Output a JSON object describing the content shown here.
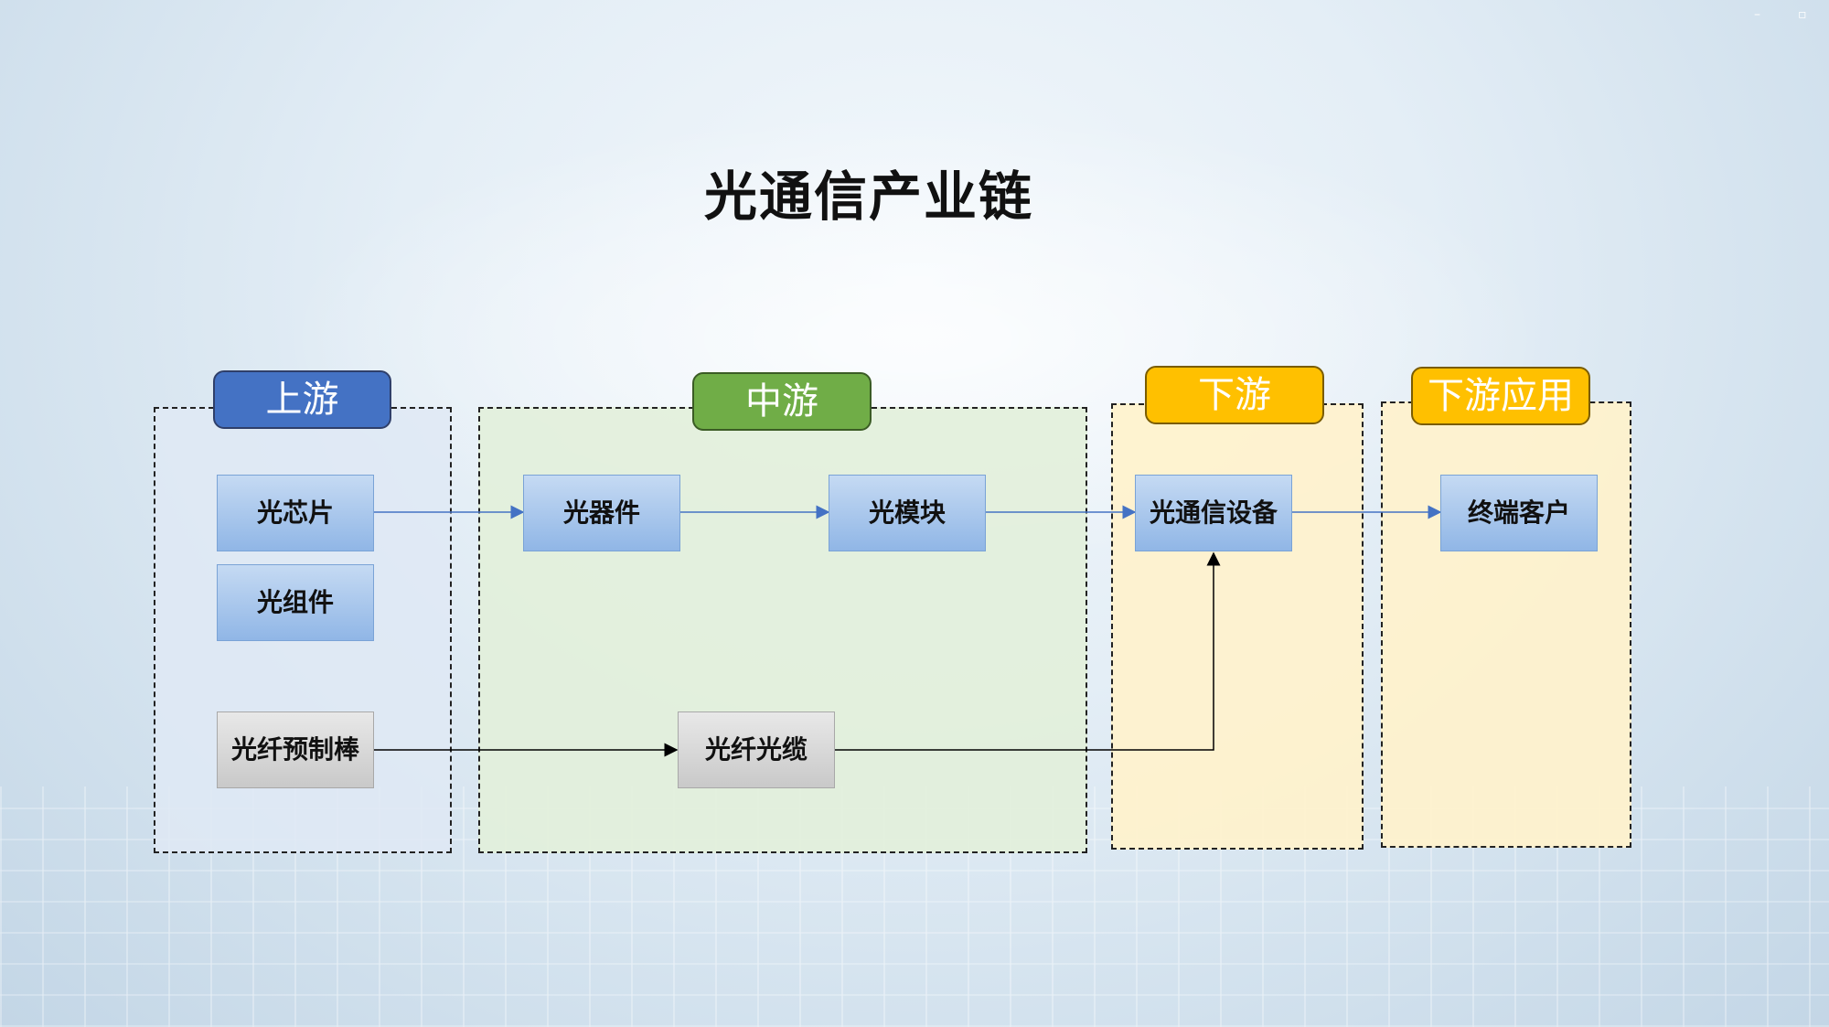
{
  "title": "光通信产业链",
  "stages": {
    "upstream": "上游",
    "midstream": "中游",
    "downstream": "下游",
    "application": "下游应用"
  },
  "nodes": {
    "optical_chip": "光芯片",
    "optical_component": "光组件",
    "fiber_preform": "光纤预制棒",
    "optical_device": "光器件",
    "optical_module": "光模块",
    "fiber_cable": "光纤光缆",
    "comm_equipment": "光通信设备",
    "terminal_customer": "终端客户"
  },
  "colors": {
    "upstream_tag": "#4472c4",
    "midstream_tag": "#70ad47",
    "downstream_tag": "#ffc000",
    "upstream_bg": "#dfe9f5",
    "midstream_bg": "#e2efda",
    "downstream_bg": "#fff2cc",
    "blue_link": "#4472c4",
    "black_link": "#000000"
  }
}
